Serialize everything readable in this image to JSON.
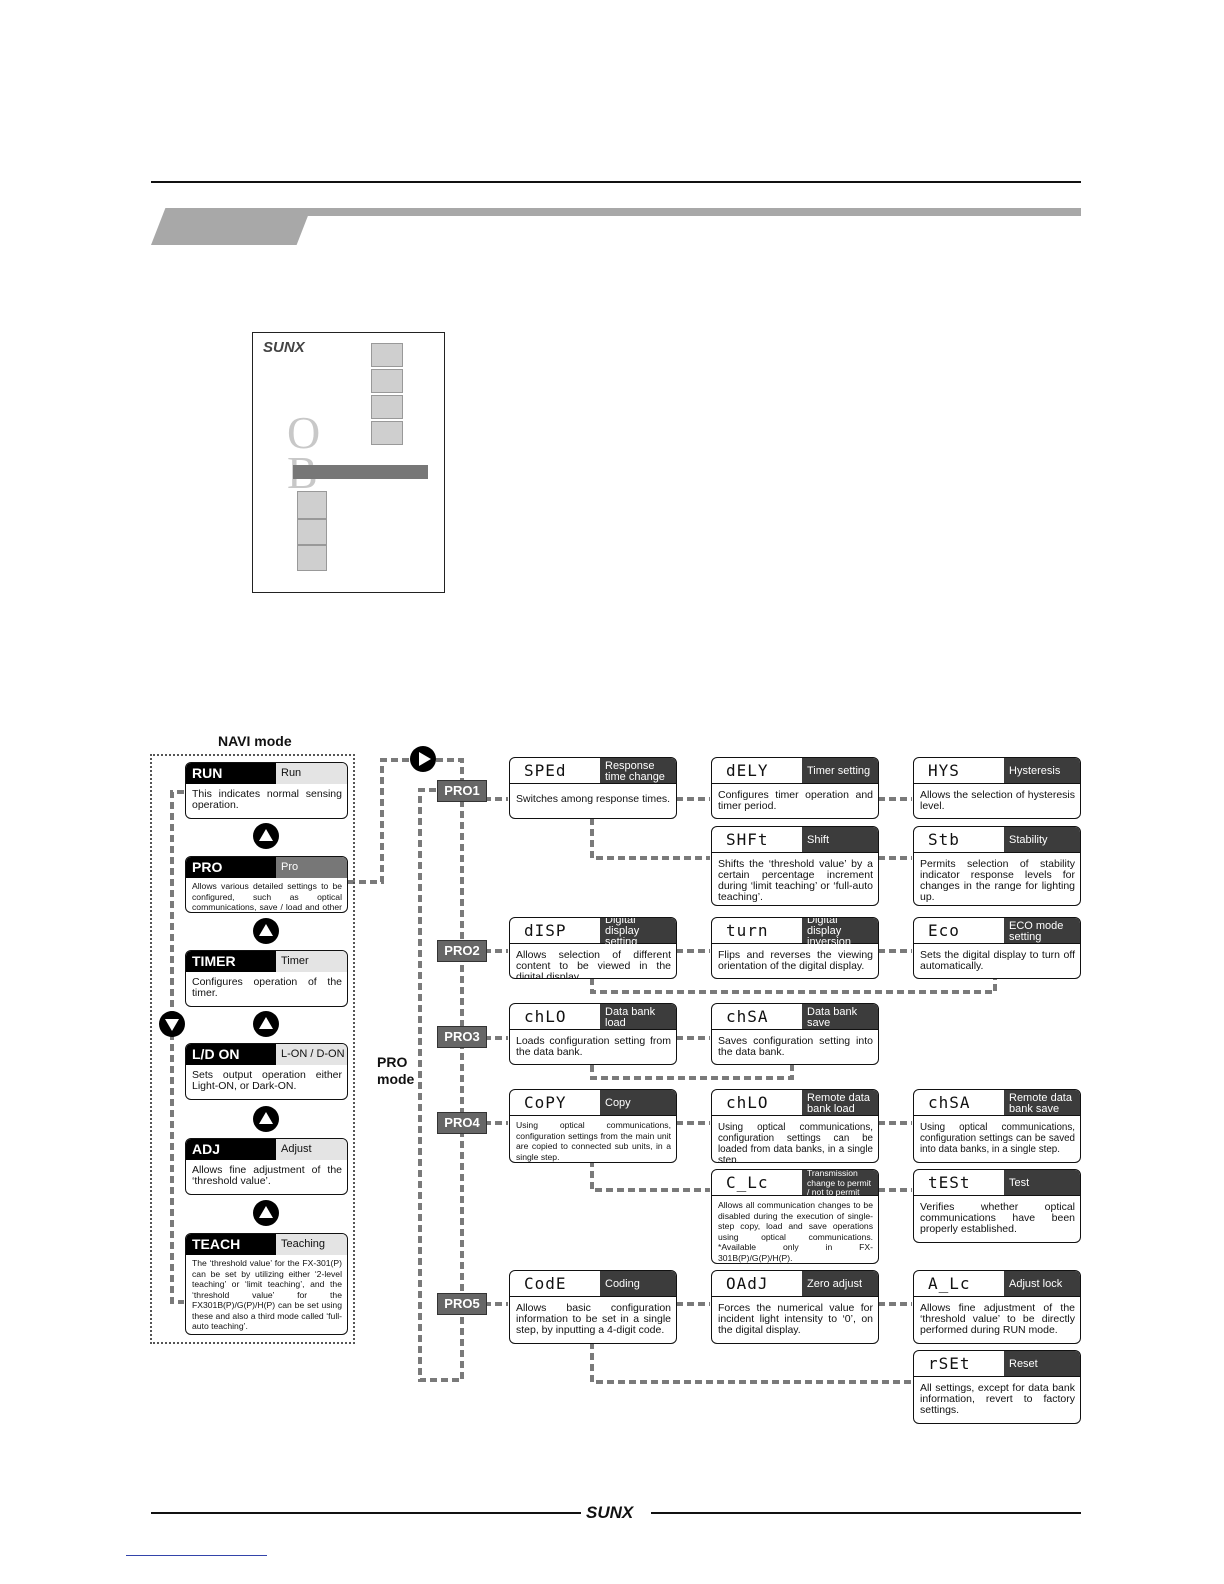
{
  "navi_mode": {
    "label": "NAVI mode",
    "items": [
      {
        "code": "RUN",
        "name": "Run",
        "text": "This indicates normal sensing operation."
      },
      {
        "code": "PRO",
        "name": "Pro",
        "text": "Allows various detailed settings to be configured, such as optical communications, save / load and other settings."
      },
      {
        "code": "TIMER",
        "name": "Timer",
        "text": "Configures operation of the timer."
      },
      {
        "code": "L/D ON",
        "name": "L-ON / D-ON",
        "text": "Sets output operation either Light-ON, or Dark-ON."
      },
      {
        "code": "ADJ",
        "name": "Adjust",
        "text": "Allows fine adjustment of the ‘threshold value’."
      },
      {
        "code": "TEACH",
        "name": "Teaching",
        "text": "The ‘threshold value’ for the FX-301(P) can be set by utilizing either ‘2-level teaching’ or ‘limit teaching’, and the ‘threshold value’ for the FX301B(P)/G(P)/H(P) can be set using these and also a third mode called ‘full-auto teaching’."
      }
    ]
  },
  "pro_mode": {
    "label": "PRO mode",
    "groups": [
      "PRO1",
      "PRO2",
      "PRO3",
      "PRO4",
      "PRO5"
    ],
    "items": [
      {
        "display": "SPEd",
        "name": "Response time change",
        "text": "Switches among response times."
      },
      {
        "display": "dELY",
        "name": "Timer setting",
        "text": "Configures timer operation and timer period."
      },
      {
        "display": "HYS",
        "name": "Hysteresis",
        "text": "Allows the selection of hysteresis level."
      },
      {
        "display": "SHFt",
        "name": "Shift",
        "text": "Shifts the ‘threshold value’ by a certain percentage increment during ‘limit teaching’ or ‘full-auto teaching’."
      },
      {
        "display": "Stb",
        "name": "Stability",
        "text": "Permits selection of stability indicator response levels for changes in the range for lighting up."
      },
      {
        "display": "dISP",
        "name": "Digital display setting",
        "text": "Allows selection of different content to be viewed in the digital display."
      },
      {
        "display": "turn",
        "name": "Digital display inversion",
        "text": "Flips and reverses the viewing orientation of the digital display."
      },
      {
        "display": "Eco",
        "name": "ECO mode setting",
        "text": "Sets the digital display to turn off automatically."
      },
      {
        "display": "chLO",
        "name": "Data bank load",
        "text": "Loads configuration setting from the data bank."
      },
      {
        "display": "chSA",
        "name": "Data bank save",
        "text": "Saves configuration setting into the data bank."
      },
      {
        "display": "CoPY",
        "name": "Copy",
        "text": "Using optical communications, configuration settings from the main unit are copied to connected sub units, in a single step."
      },
      {
        "display": "chLO",
        "name": "Remote data bank load",
        "text": "Using optical communications, configuration settings can be loaded from data banks, in a single step."
      },
      {
        "display": "chSA",
        "name": "Remote data bank save",
        "text": "Using optical communications, configuration settings can be saved into data banks, in a single step."
      },
      {
        "display": "C_Lc",
        "name": "Transmission change to permit / not to permit",
        "text": "Allows all communication changes to be disabled during the execution of single-step copy, load and save operations using optical communications. *Available only in FX-301B(P)/G(P)/H(P)."
      },
      {
        "display": "tESt",
        "name": "Test",
        "text": "Verifies whether optical communications have been properly established."
      },
      {
        "display": "CodE",
        "name": "Coding",
        "text": "Allows basic configuration information to be set in a single step, by inputting a 4-digit code."
      },
      {
        "display": "OAdJ",
        "name": "Zero adjust",
        "text": "Forces the numerical value for incident light intensity to ‘0’, on the digital display."
      },
      {
        "display": "A_Lc",
        "name": "Adjust lock",
        "text": "Allows fine adjustment of the ‘threshold value’ to be directly performed during RUN mode."
      },
      {
        "display": "rSEt",
        "name": "Reset",
        "text": "All settings, except for data bank information, revert to factory settings."
      }
    ]
  },
  "cover": {
    "logo": "SUNX"
  },
  "footer": {
    "logo": "SUNX"
  }
}
